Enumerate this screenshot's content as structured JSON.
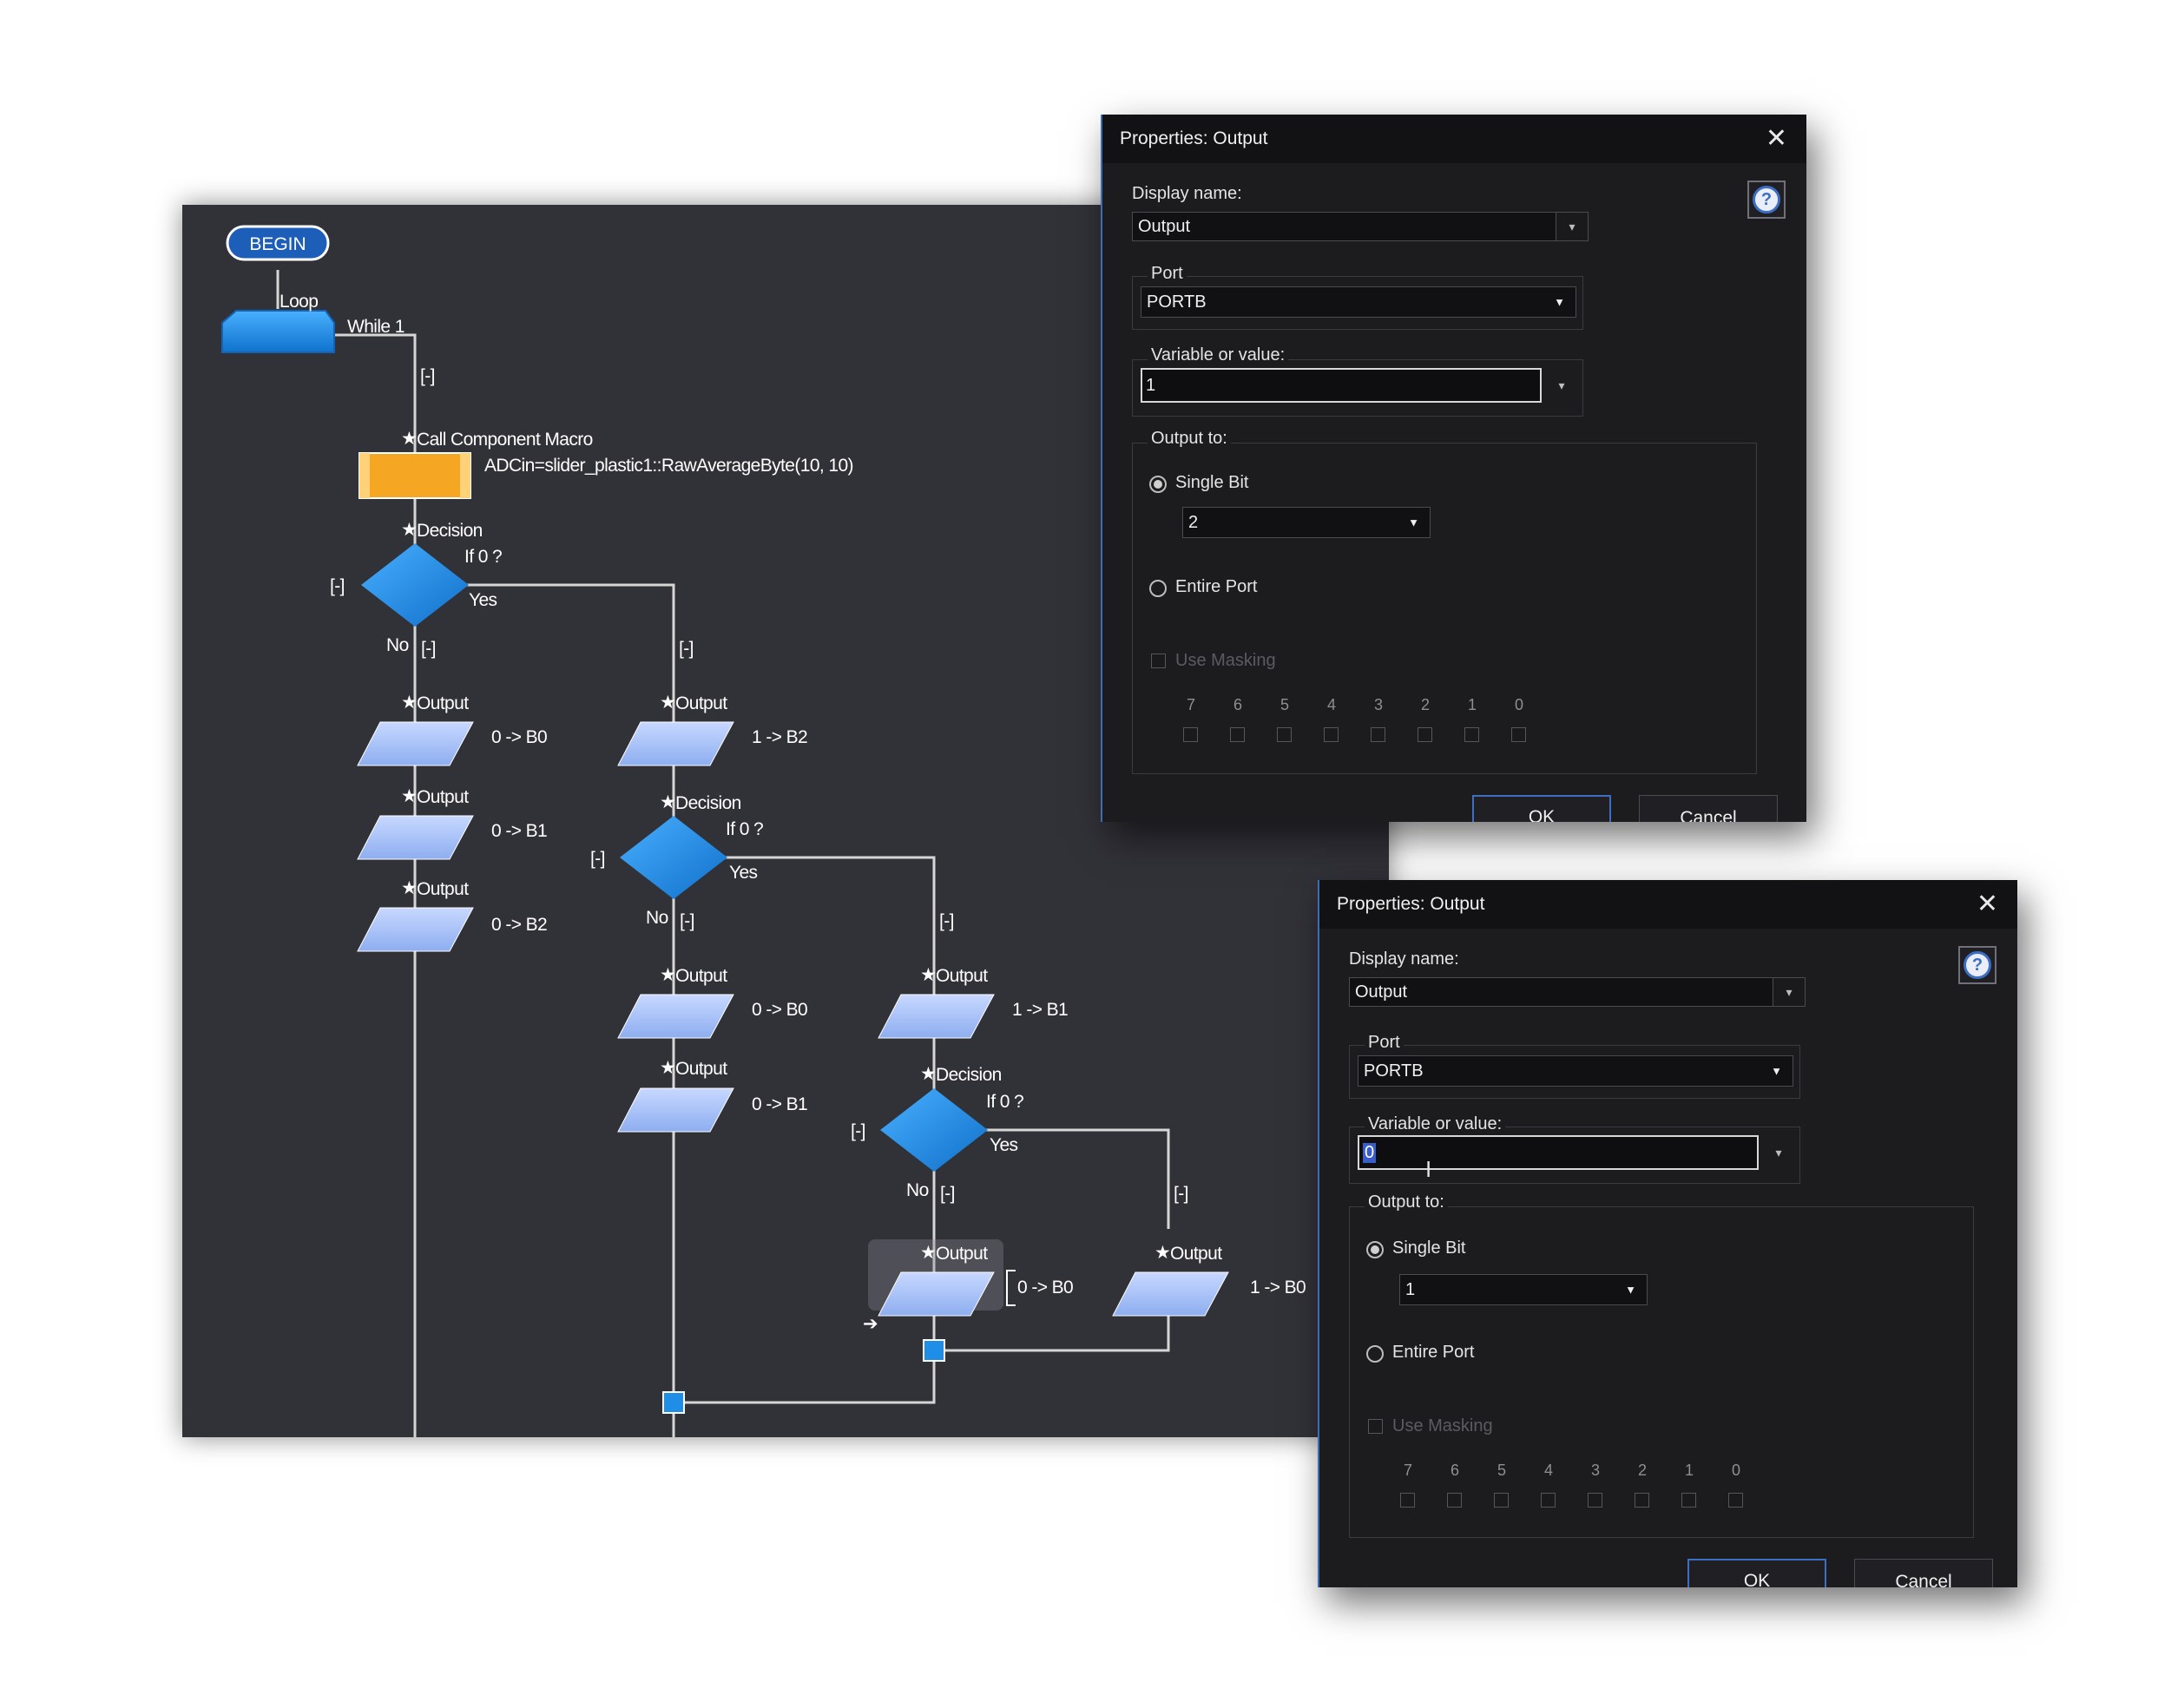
{
  "flowchart": {
    "begin": "BEGIN",
    "loop": {
      "label": "Loop",
      "cond": "While 1"
    },
    "collapse": "[-]",
    "macro": {
      "title": "Call Component Macro",
      "text": "ADCin=slider_plastic1::RawAverageByte(10, 10)"
    },
    "decision_title": "Decision",
    "decision_cond": "If 0 ?",
    "yes": "Yes",
    "no": "No",
    "output_title": "Output",
    "outputs": {
      "c1_1": "0 -> B0",
      "c1_2": "0 -> B1",
      "c1_3": "0 -> B2",
      "c2_1": "1 -> B2",
      "c2_2": "0 -> B0",
      "c2_3": "0 -> B1",
      "c3_1": "1 -> B1",
      "c3_2": "0 -> B0",
      "c4_1": "1 -> B0"
    },
    "colors": {
      "background": "#313138",
      "shape": "#a9c3f5",
      "decision": "#1e8ee6",
      "macro": "#f5a623",
      "line": "#d8d8d8"
    }
  },
  "dialog1": {
    "title": "Properties: Output",
    "close": "✕",
    "help": "?",
    "display_name_label": "Display name:",
    "display_name_value": "Output",
    "port_label": "Port",
    "port_value": "PORTB",
    "variable_label": "Variable or value:",
    "variable_value": "1",
    "output_to_label": "Output to:",
    "single_bit_label": "Single Bit",
    "single_bit_value": "2",
    "entire_port_label": "Entire Port",
    "use_masking_label": "Use Masking",
    "bits": [
      "7",
      "6",
      "5",
      "4",
      "3",
      "2",
      "1",
      "0"
    ],
    "ok": "OK",
    "cancel": "Cancel"
  },
  "dialog2": {
    "title": "Properties: Output",
    "close": "✕",
    "help": "?",
    "display_name_label": "Display name:",
    "display_name_value": "Output",
    "port_label": "Port",
    "port_value": "PORTB",
    "variable_label": "Variable or value:",
    "variable_value": "0",
    "output_to_label": "Output to:",
    "single_bit_label": "Single Bit",
    "single_bit_value": "1",
    "entire_port_label": "Entire Port",
    "use_masking_label": "Use Masking",
    "bits": [
      "7",
      "6",
      "5",
      "4",
      "3",
      "2",
      "1",
      "0"
    ],
    "ok": "OK",
    "cancel": "Cancel"
  }
}
